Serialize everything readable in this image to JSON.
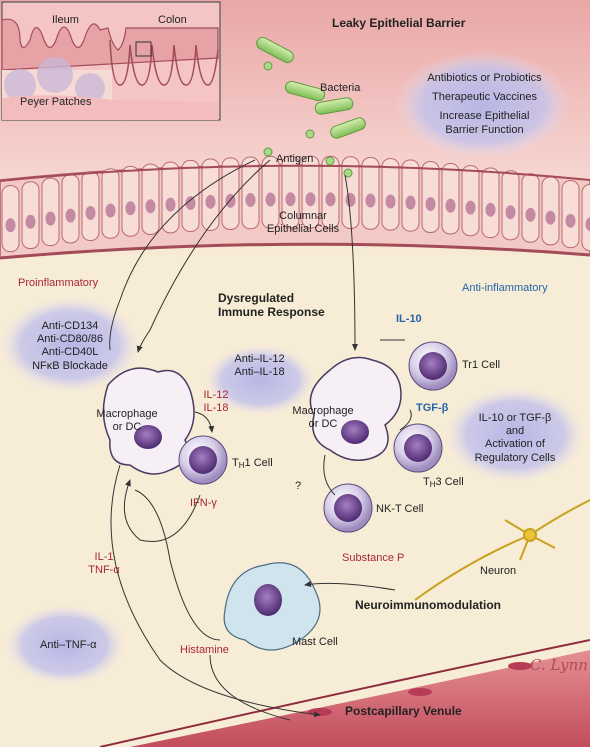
{
  "inset": {
    "ileum": "Ileum",
    "colon": "Colon",
    "peyer": "Peyer Patches"
  },
  "header": {
    "title": "Leaky Epithelial Barrier"
  },
  "lumen": {
    "bacteria": "Bacteria",
    "antigen": "Antigen"
  },
  "treatments": {
    "top": [
      "Antibiotics or Probiotics",
      "Therapeutic Vaccines",
      "Increase Epithelial",
      "Barrier Function"
    ],
    "left": [
      "Anti-CD134",
      "Anti-CD80/86",
      "Anti-CD40L",
      "NFκB Blockade"
    ],
    "center": [
      "Anti–IL-12",
      "Anti–IL-18"
    ],
    "right": [
      "IL-10 or TGF-β",
      "and",
      "Activation of",
      "Regulatory Cells"
    ],
    "bottom": "Anti–TNF-α"
  },
  "epithelium": [
    "Columnar",
    "Epithelial Cells"
  ],
  "sides": {
    "pro": "Proinflammatory",
    "anti": "Anti-inflammatory"
  },
  "response": [
    "Dysregulated",
    "Immune Response"
  ],
  "cells": {
    "macrophage_left": [
      "Macrophage",
      "or DC"
    ],
    "macrophage_right": [
      "Macrophage",
      "or DC"
    ],
    "th1_prefix": "T",
    "th1_sub": "H",
    "th1_suffix": "1 Cell",
    "th3_prefix": "T",
    "th3_sub": "H",
    "th3_suffix": "3 Cell",
    "tr1": "Tr1 Cell",
    "nkt": "NK-T Cell",
    "mast": "Mast Cell",
    "neuron": "Neuron"
  },
  "cytokines": {
    "il12": "IL-12",
    "il18": "IL-18",
    "ifn": "IFN-γ",
    "il1": "IL-1",
    "tnf": "TNF-α",
    "il10": "IL-10",
    "tgf": "TGF-β",
    "substance_p": "Substance P",
    "histamine": "Histamine",
    "question": "?"
  },
  "labels": {
    "neuroimmuno": "Neuroimmunomodulation",
    "venule": "Postcapillary Venule",
    "signature": "C. Lynn"
  },
  "colors": {
    "red": "#a8263a",
    "blue": "#2466a8"
  }
}
